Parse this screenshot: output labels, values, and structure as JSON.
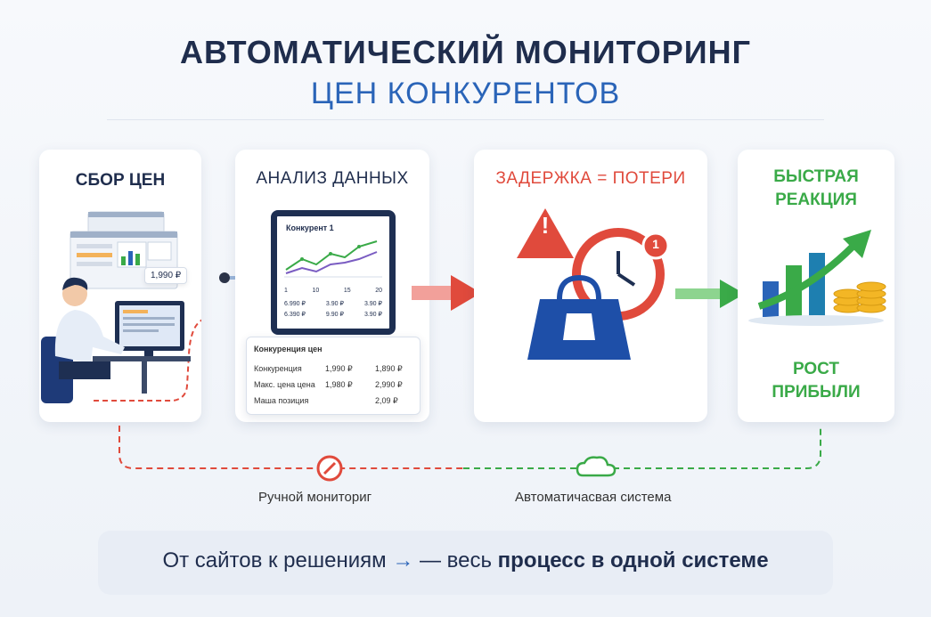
{
  "header": {
    "title_line1": "АВТОМАТИЧЕСКИЙ МОНИТОРИНГ",
    "title_line2": "ЦЕН КОНКУРЕНТОВ"
  },
  "cards": {
    "collect": {
      "title": "СБОР ЦЕН",
      "price_tag": "1,990 ₽"
    },
    "analysis": {
      "title": "АНАЛИЗ ДАННЫХ",
      "screen_label": "Конкурент 1",
      "axis_ticks": [
        "1",
        "10",
        "15",
        "20"
      ],
      "screen_rows": [
        {
          "a": "6.990 ₽",
          "b": "3.90 ₽",
          "c": "3.90 ₽"
        },
        {
          "a": "6.390 ₽",
          "b": "9.90 ₽",
          "c": "3.90 ₽"
        }
      ],
      "table_title": "Конкуренция цен",
      "table_rows": [
        {
          "label": "Конкуренция",
          "v1": "1,990 ₽",
          "v2": "1,890 ₽"
        },
        {
          "label": "Макс. цена цена",
          "v1": "1,980 ₽",
          "v2": "2,990 ₽"
        },
        {
          "label": "Маша позиция",
          "v1": "",
          "v2": "2,09 ₽"
        }
      ]
    },
    "delay": {
      "title": "ЗАДЕРЖКА = ПОТЕРИ",
      "badge": "1",
      "alert": "!"
    },
    "reaction": {
      "title_line1": "БЫСТРАЯ",
      "title_line2": "РЕАКЦИЯ",
      "footer_line1": "РОСТ",
      "footer_line2": "ПРИБЫЛИ"
    }
  },
  "flow": {
    "manual_label": "Ручной мониториг",
    "auto_label": "Автоматичасвая система"
  },
  "footer": {
    "text_plain": "От сайтов к решениям",
    "arrow": "→",
    "text_mid": " — весь ",
    "text_bold": "процесс в одной системе"
  },
  "colors": {
    "navy": "#1f2d4d",
    "blue": "#2a64b8",
    "red": "#e04a3c",
    "green": "#3aaa48"
  }
}
